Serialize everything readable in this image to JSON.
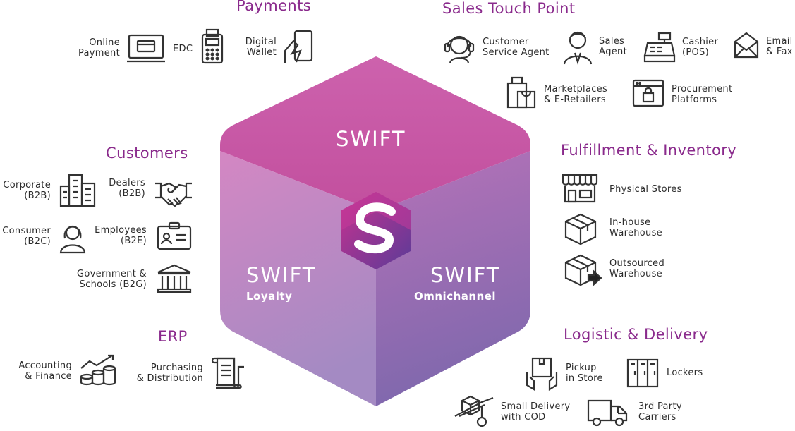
{
  "sections": {
    "payments": "Payments",
    "sales_touch_point": "Sales Touch Point",
    "customers": "Customers",
    "fulfillment": "Fulfillment & Inventory",
    "erp": "ERP",
    "logistic": "Logistic & Delivery"
  },
  "payments": {
    "online_payment": [
      "Online",
      "Payment"
    ],
    "edc": "EDC",
    "digital_wallet": [
      "Digital",
      "Wallet"
    ]
  },
  "sales": {
    "customer_service": [
      "Customer",
      "Service Agent"
    ],
    "sales_agent": [
      "Sales",
      "Agent"
    ],
    "cashier": [
      "Cashier",
      "(POS)"
    ],
    "email_fax": [
      "Email",
      "& Fax"
    ],
    "marketplaces": [
      "Marketplaces",
      "& E-Retailers"
    ],
    "procurement": [
      "Procurement",
      "Platforms"
    ]
  },
  "customers": {
    "corporate": [
      "Corporate",
      "(B2B)"
    ],
    "dealers": [
      "Dealers",
      "(B2B)"
    ],
    "consumer": [
      "Consumer",
      "(B2C)"
    ],
    "employees": [
      "Employees",
      "(B2E)"
    ],
    "government": [
      "Government &",
      "Schools (B2G)"
    ]
  },
  "fulfillment": {
    "physical_stores": "Physical Stores",
    "inhouse": [
      "In-house",
      "Warehouse"
    ],
    "outsourced": [
      "Outsourced",
      "Warehouse"
    ]
  },
  "erp": {
    "accounting": [
      "Accounting",
      "& Finance"
    ],
    "purchasing": [
      "Purchasing",
      "& Distribution"
    ]
  },
  "logistic": {
    "pickup": [
      "Pickup",
      "in Store"
    ],
    "lockers": "Lockers",
    "small_delivery": [
      "Small Delivery",
      "with COD"
    ],
    "third_party": [
      "3rd Party",
      "Carriers"
    ]
  },
  "cube": {
    "top": "SWIFT",
    "left": "SWIFT",
    "left_sub": "Loyalty",
    "right": "SWIFT",
    "right_sub": "Omnichannel"
  },
  "colors": {
    "heading": "#8a2a8c",
    "cube_top": "#c85aa6",
    "cube_left": "#b882c0",
    "cube_right": "#9670b3",
    "logo_a": "#c2318f",
    "logo_b": "#5e3a97"
  }
}
